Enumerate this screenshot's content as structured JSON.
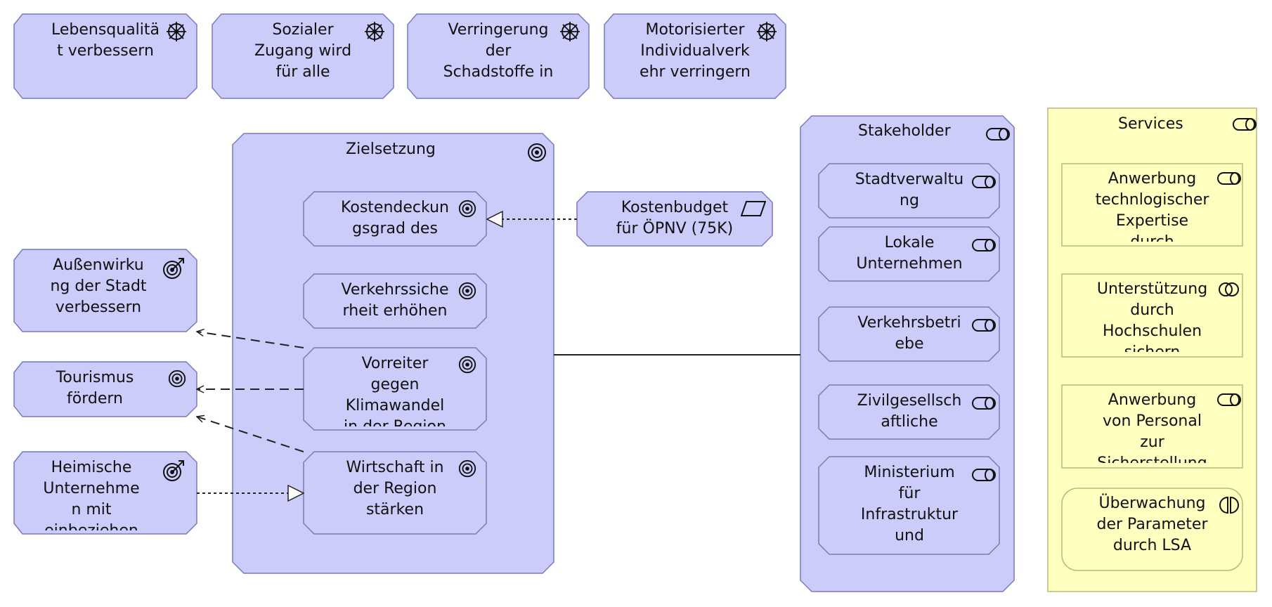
{
  "motivation_drivers": [
    {
      "label": "Lebensqualitä\nt verbessern",
      "icon": "driver-icon"
    },
    {
      "label": "Sozialer\nZugang wird\nfür alle\ngewährleistet",
      "icon": "driver-icon"
    },
    {
      "label": "Verringerung\nder\nSchadstoffe in\nder Luft",
      "icon": "driver-icon"
    },
    {
      "label": "Motorisierter\nIndividualverk\nehr verringern",
      "icon": "driver-icon"
    }
  ],
  "zielsetzung": {
    "title": "Zielsetzung",
    "icon": "goal-icon",
    "goals": [
      {
        "label": "Kostendeckun\ngsgrad des\n…",
        "icon": "goal-icon"
      },
      {
        "label": "Verkehrssiche\nrheit erhöhen",
        "icon": "goal-icon"
      },
      {
        "label": "Vorreiter\ngegen\nKlimawandel\nin der Region",
        "icon": "goal-icon"
      },
      {
        "label": "Wirtschaft in\nder Region\nstärken",
        "icon": "goal-icon"
      }
    ]
  },
  "constraint": {
    "label": "Kostenbudget\nfür ÖPNV (75K)",
    "icon": "constraint-icon"
  },
  "outcomes": [
    {
      "label": "Außenwirku\nng der Stadt\nverbessern",
      "icon": "outcome-icon"
    },
    {
      "label": "Tourismus\nfördern",
      "icon": "goal-icon"
    },
    {
      "label": "Heimische\nUnternehme\nn mit\neinbeziehen",
      "icon": "outcome-icon"
    }
  ],
  "stakeholder": {
    "title": "Stakeholder",
    "icon": "role-icon",
    "items": [
      {
        "label": "Stadtverwaltu\nng",
        "icon": "role-icon"
      },
      {
        "label": "Lokale\nUnternehmen",
        "icon": "role-icon"
      },
      {
        "label": "Verkehrsbetri\nebe",
        "icon": "role-icon"
      },
      {
        "label": "Zivilgesellsch\naftliche",
        "icon": "role-icon"
      },
      {
        "label": "Ministerium\nfür\nInfrastruktur\nund",
        "icon": "role-icon"
      }
    ]
  },
  "services": {
    "title": "Services",
    "icon": "role-icon",
    "items": [
      {
        "label": "Anwerbung\ntechnlogischer\nExpertise\ndurch",
        "icon": "role-icon"
      },
      {
        "label": "Unterstützung\ndurch\nHochschulen\nsichern",
        "icon": "collaboration-icon"
      },
      {
        "label": "Anwerbung\nvon Personal\nzur\nSicherstellung",
        "icon": "role-icon"
      },
      {
        "label": "Überwachung\nder Parameter\ndurch LSA",
        "icon": "interaction-icon"
      }
    ]
  },
  "colors": {
    "motivation_fill": "#ccccfa",
    "motivation_stroke": "#7a7ab8",
    "business_fill": "#ffffc0",
    "business_stroke": "#b8b87a",
    "line": "#222222"
  }
}
